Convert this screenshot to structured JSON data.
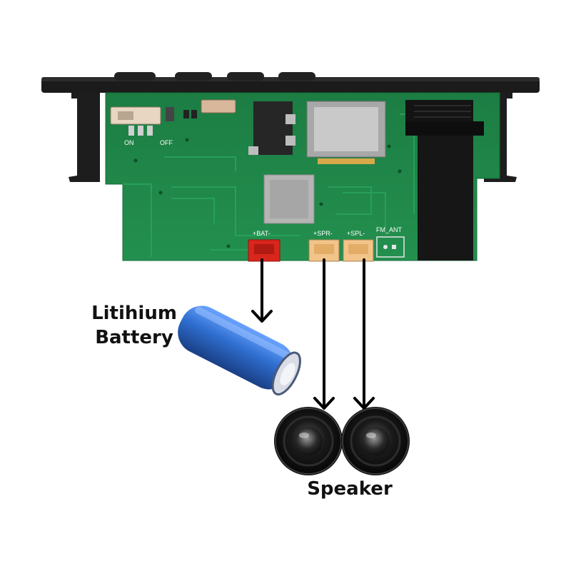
{
  "board": {
    "switch_on_label": "ON",
    "switch_off_label": "OFF",
    "connectors": {
      "battery": "+BAT-",
      "speaker_right": "+SPR-",
      "speaker_left": "+SPL-",
      "fm_antenna": "FM_ANT"
    }
  },
  "captions": {
    "battery_line1": "Litihium",
    "battery_line2": "Battery",
    "speaker": "Speaker"
  },
  "colors": {
    "pcb_green": "#1f8a4a",
    "panel_black": "#1b1b1b",
    "battery_connector": "#d8261c",
    "speaker_connector": "#f2c48a",
    "battery_blue": "#2f6fd0",
    "arrow": "#000000"
  },
  "icons": {
    "battery": "cylindrical-lithium-cell",
    "speaker": "round-speaker-driver"
  }
}
